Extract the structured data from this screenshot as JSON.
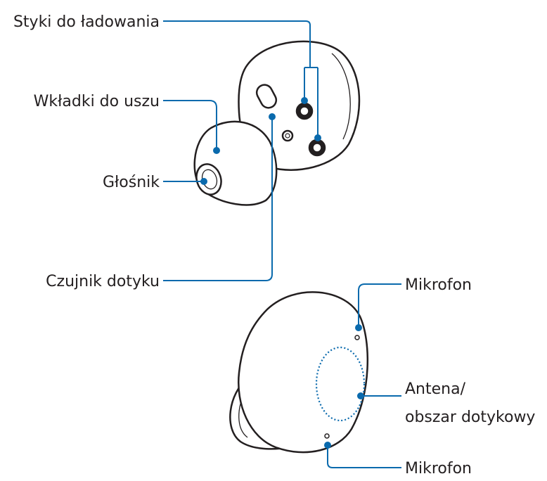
{
  "labels": {
    "charging_contacts": "Styki do ładowania",
    "ear_tips": "Wkładki do uszu",
    "speaker": "Głośnik",
    "touch_sensor": "Czujnik dotyku",
    "mic_top": "Mikrofon",
    "antenna_line1": "Antena/",
    "antenna_line2": "obszar dotykowy",
    "mic_bottom": "Mikrofon"
  },
  "colors": {
    "callout": "#0a6aad",
    "outline": "#231f20",
    "background": "#ffffff"
  }
}
